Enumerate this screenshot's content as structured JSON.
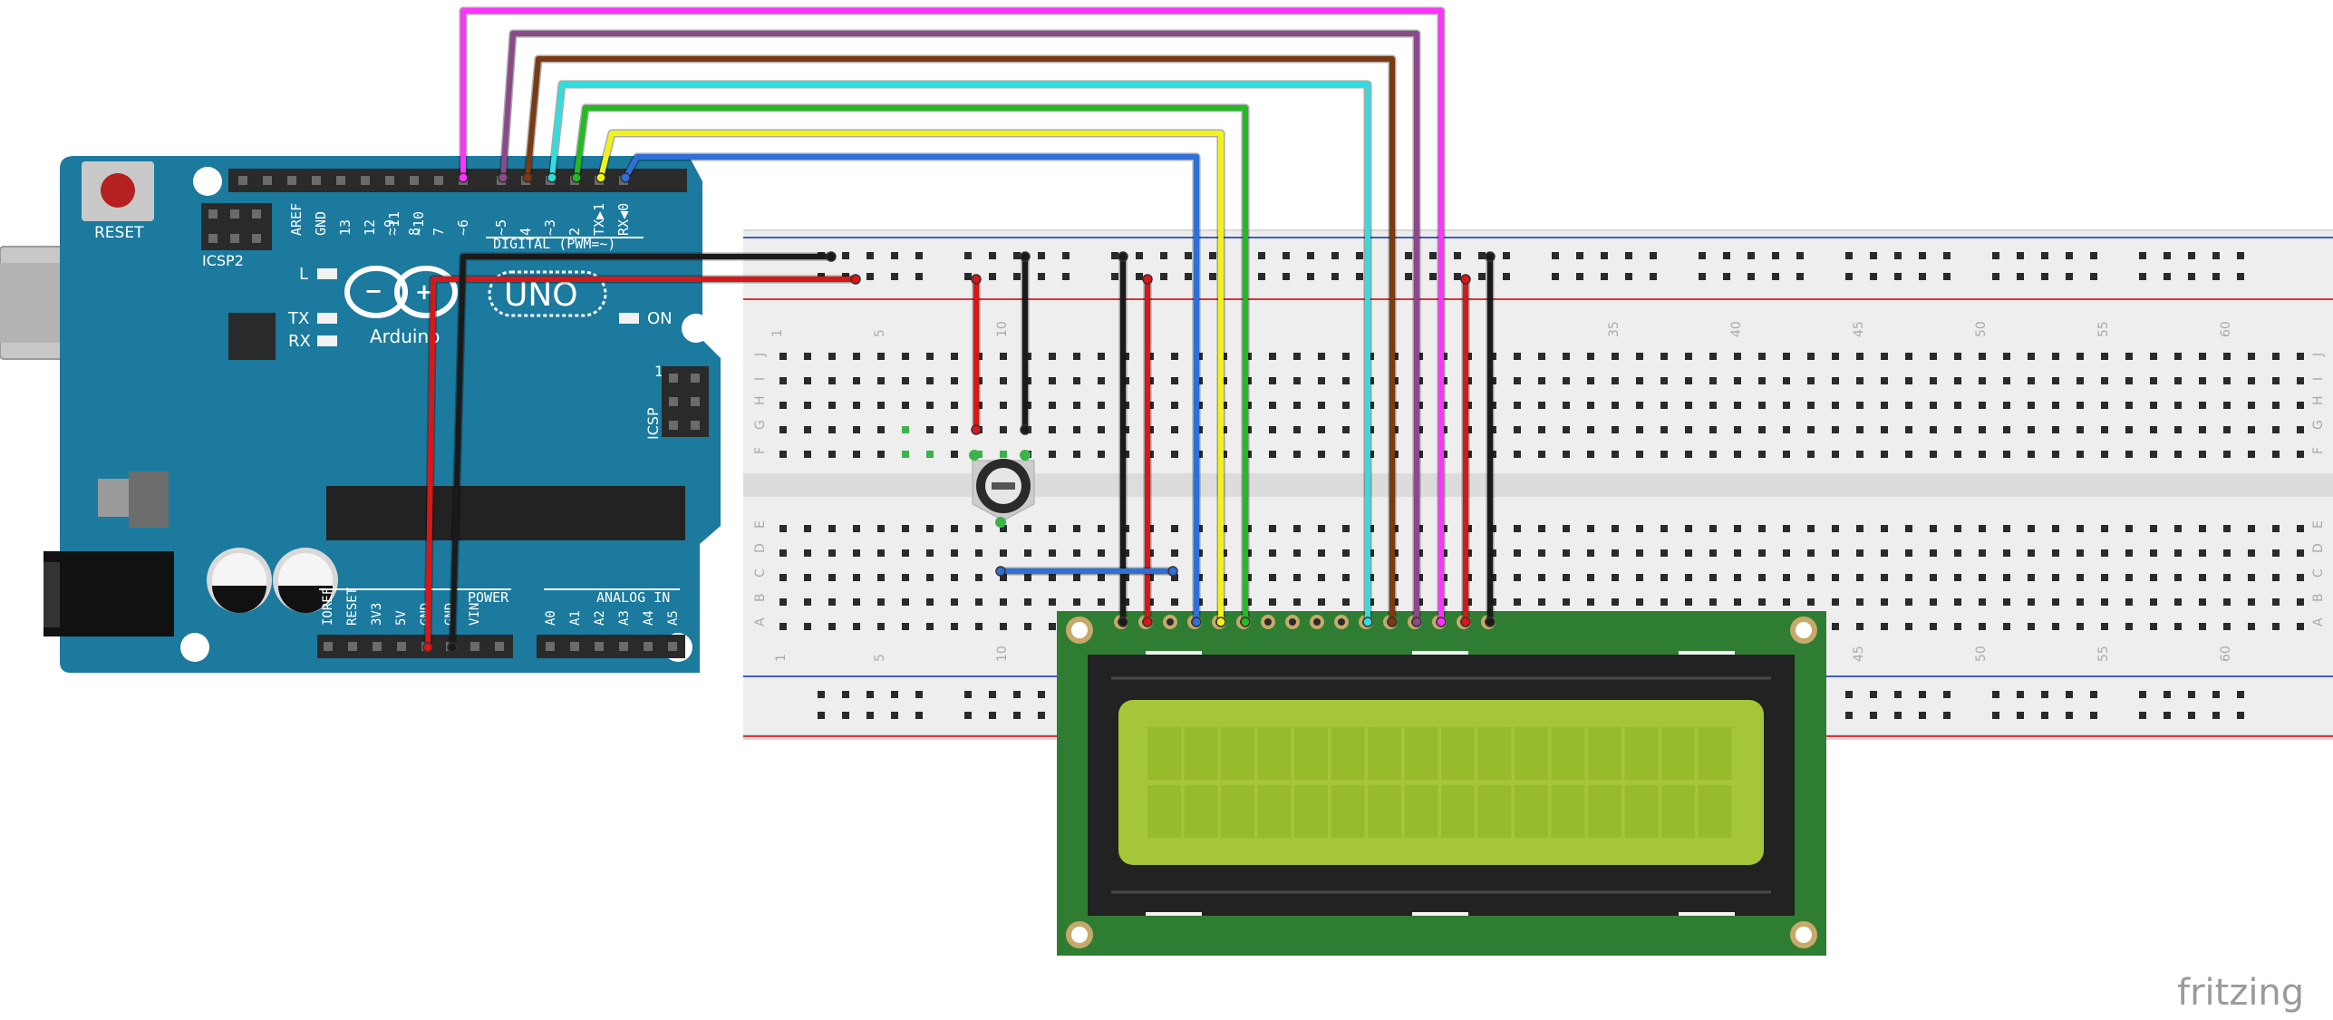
{
  "arduino": {
    "reset_label": "RESET",
    "icsp2_label": "ICSP2",
    "icsp_label": "ICSP",
    "icsp_pin1": "1",
    "brand_logo": "Arduino",
    "model_logo": "UNO",
    "led_labels": {
      "l": "L",
      "tx": "TX",
      "rx": "RX",
      "on": "ON"
    },
    "digital_label": "DIGITAL (PWM=~)",
    "digital_pins": [
      "AREF",
      "GND",
      "13",
      "12",
      "~11",
      "~10",
      "~9",
      "8",
      "7",
      "~6",
      "~5",
      "4",
      "~3",
      "2",
      "TX▶1",
      "RX◀0"
    ],
    "power_label": "POWER",
    "power_pins": [
      "IOREF",
      "RESET",
      "3V3",
      "5V",
      "GND",
      "GND",
      "VIN"
    ],
    "analog_label": "ANALOG IN",
    "analog_pins": [
      "A0",
      "A1",
      "A2",
      "A3",
      "A4",
      "A5"
    ],
    "colors": {
      "board": "#1B7A9E",
      "header": "#2a2a2a",
      "text": "#ffffff"
    }
  },
  "breadboard": {
    "row_letters_top": [
      "J",
      "I",
      "H",
      "G",
      "F"
    ],
    "row_letters_bottom": [
      "E",
      "D",
      "C",
      "B",
      "A"
    ],
    "column_numbers_top": [
      "1",
      "5",
      "10",
      "35",
      "40",
      "45",
      "50",
      "55",
      "60"
    ],
    "column_numbers_bottom": [
      "1",
      "5",
      "10",
      "45",
      "50",
      "55",
      "60"
    ],
    "colors": {
      "body": "#eeeeee",
      "rail_blue": "#3d5fc7",
      "rail_red": "#d43a3a"
    }
  },
  "lcd": {
    "colors": {
      "pcb": "#2f7d32",
      "bezel": "#222222",
      "screen": "#a6c63a",
      "cell": "#98bb2c"
    }
  },
  "wires": {
    "colors": {
      "magenta": "#ff33ff",
      "purple": "#8a4a8a",
      "brown": "#7a3a12",
      "cyan": "#33dddd",
      "green": "#22bb22",
      "yellow": "#f2f21a",
      "blue": "#2f6fd6",
      "red": "#d61818",
      "black": "#1a1a1a"
    }
  },
  "watermark": "fritzing"
}
